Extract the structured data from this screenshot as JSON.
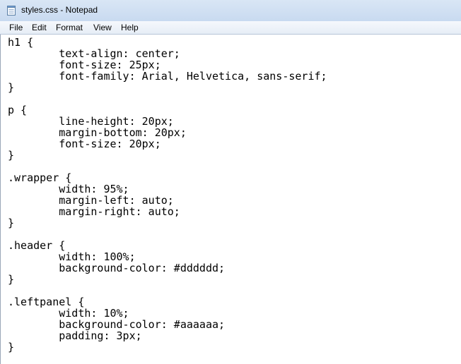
{
  "window": {
    "title": "styles.css - Notepad",
    "app_icon": "notepad-icon"
  },
  "menu": {
    "items": [
      "File",
      "Edit",
      "Format",
      "View",
      "Help"
    ]
  },
  "editor": {
    "lines": [
      "h1 {",
      "        text-align: center;",
      "        font-size: 25px;",
      "        font-family: Arial, Helvetica, sans-serif;",
      "}",
      "",
      "p {",
      "        line-height: 20px;",
      "        margin-bottom: 20px;",
      "        font-size: 20px;",
      "}",
      "",
      ".wrapper {",
      "        width: 95%;",
      "        margin-left: auto;",
      "        margin-right: auto;",
      "}",
      "",
      ".header {",
      "        width: 100%;",
      "        background-color: #dddddd;",
      "}",
      "",
      ".leftpanel {",
      "        width: 10%;",
      "        background-color: #aaaaaa;",
      "        padding: 3px;",
      "}"
    ]
  }
}
